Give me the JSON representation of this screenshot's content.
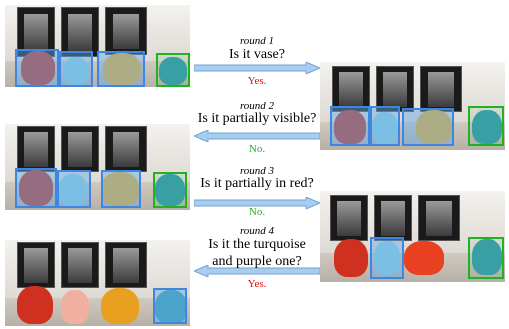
{
  "rounds": [
    {
      "round": "round 1",
      "question": [
        "Is it vase?"
      ],
      "answer": "Yes.",
      "answer_color": "#e01010"
    },
    {
      "round": "round 2",
      "question": [
        "Is it partially visible?"
      ],
      "answer": "No.",
      "answer_color": "#22b022"
    },
    {
      "round": "round 3",
      "question": [
        "Is it partially in red?"
      ],
      "answer": "No.",
      "answer_color": "#22b022"
    },
    {
      "round": "round 4",
      "question": [
        "Is it the turquoise",
        "and purple one?"
      ],
      "answer": "Yes.",
      "answer_color": "#e01010"
    }
  ],
  "colors": {
    "arrow": "#7fb2df",
    "box_candidate": "#3f86e0",
    "box_target": "#21b221"
  }
}
